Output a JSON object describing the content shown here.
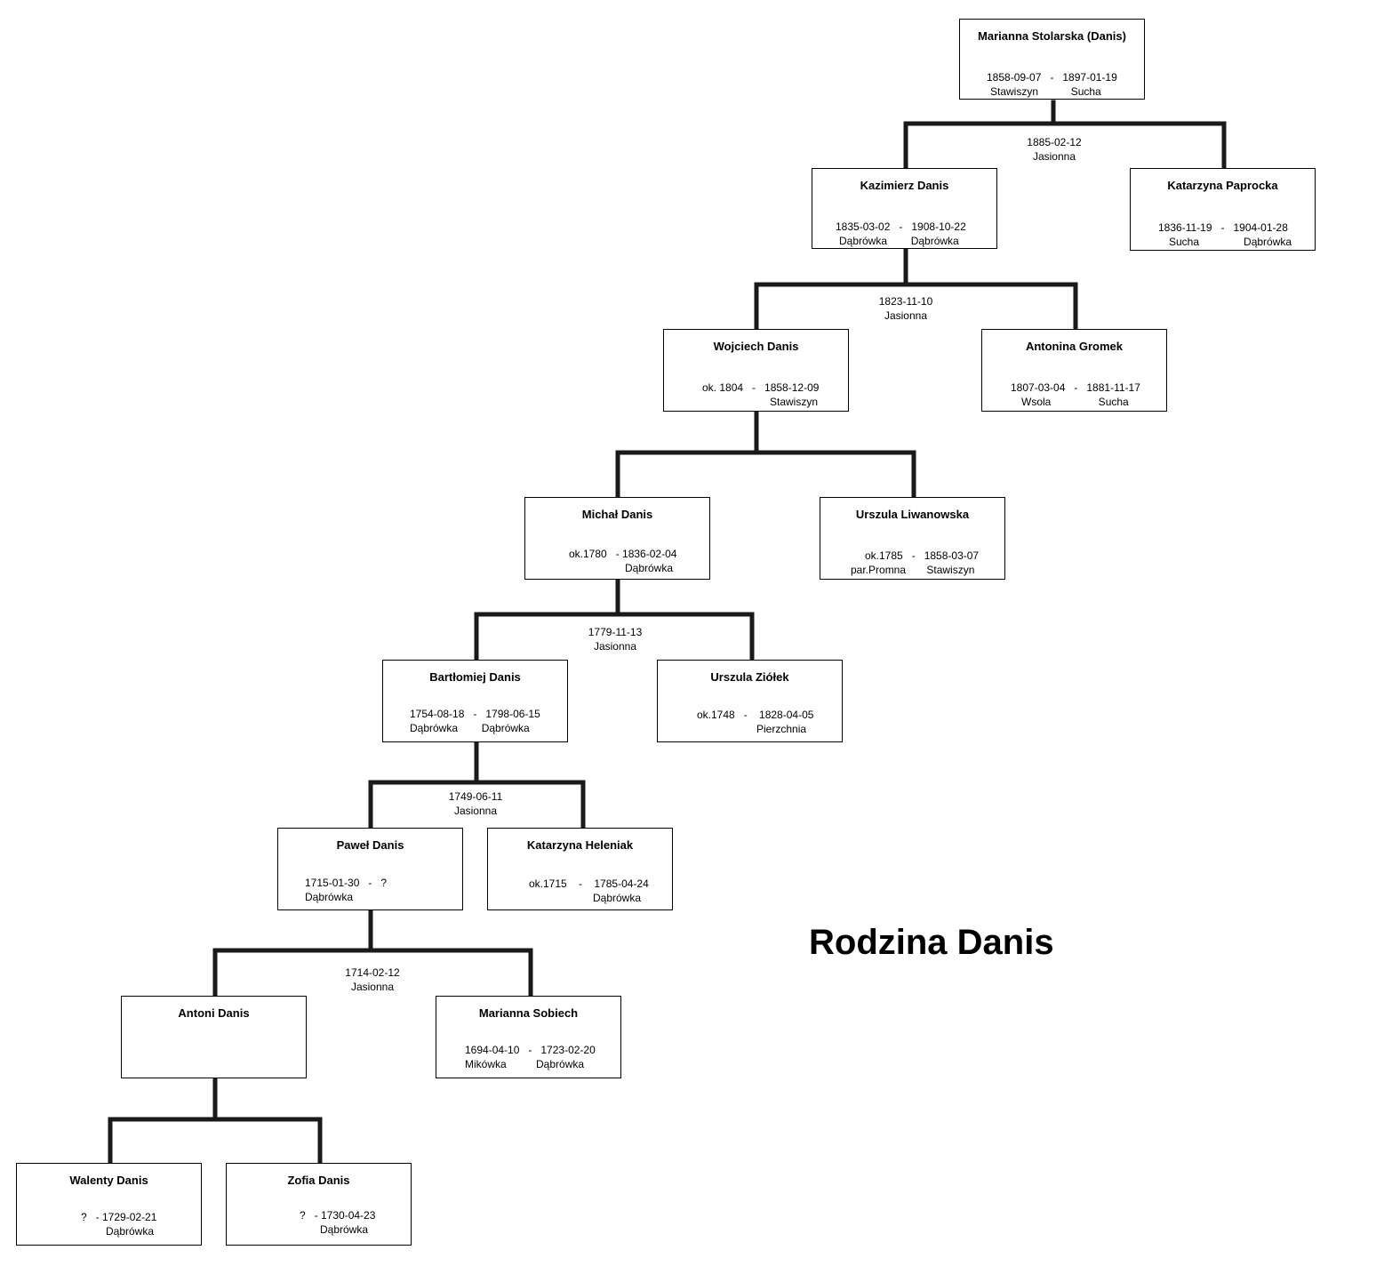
{
  "title": "Rodzina Danis",
  "people": {
    "marianna_stolarska": {
      "name": "Marianna Stolarska (Danis)",
      "dates": "1858-09-07   -   1897-01-19",
      "places": "Stawiszyn           Sucha"
    },
    "kazimierz": {
      "name": "Kazimierz Danis",
      "dates": "1835-03-02   -   1908-10-22",
      "places": "Dąbrówka        Dąbrówka"
    },
    "katarzyna_paprocka": {
      "name": "Katarzyna Paprocka",
      "dates": "1836-11-19   -   1904-01-28",
      "places": "Sucha               Dąbrówka"
    },
    "wojciech": {
      "name": "Wojciech Danis",
      "dates": "ok. 1804   -   1858-12-09",
      "places": "Stawiszyn"
    },
    "antonina_gromek": {
      "name": "Antonina Gromek",
      "dates": "1807-03-04   -   1881-11-17",
      "places": "Wsola                Sucha"
    },
    "michal": {
      "name": "Michał Danis",
      "dates": "ok.1780   - 1836-02-04",
      "places": "Dąbrówka"
    },
    "urszula_liwanowska": {
      "name": "Urszula Liwanowska",
      "dates": "ok.1785   -   1858-03-07",
      "places": "par.Promna       Stawiszyn"
    },
    "bartlomiej": {
      "name": "Bartłomiej Danis",
      "dates": "1754-08-18   -   1798-06-15",
      "places": "Dąbrówka        Dąbrówka"
    },
    "urszula_ziolek": {
      "name": "Urszula Ziółek",
      "dates": "ok.1748   -    1828-04-05",
      "places": "Pierzchnia"
    },
    "pawel": {
      "name": "Paweł Danis",
      "dates": "1715-01-30   -   ?",
      "places": "Dąbrówka"
    },
    "katarzyna_heleniak": {
      "name": "Katarzyna Heleniak",
      "dates": "ok.1715    -    1785-04-24",
      "places": "Dąbrówka"
    },
    "antoni": {
      "name": "Antoni Danis",
      "dates": "",
      "places": ""
    },
    "marianna_sobiech": {
      "name": "Marianna Sobiech",
      "dates": "1694-04-10   -   1723-02-20",
      "places": "Mikówka          Dąbrówka"
    },
    "walenty": {
      "name": "Walenty Danis",
      "dates": "?   - 1729-02-21",
      "places": "Dąbrówka"
    },
    "zofia": {
      "name": "Zofia Danis",
      "dates": "?   - 1730-04-23",
      "places": "Dąbrówka"
    }
  },
  "marriages": {
    "m1": {
      "date": "1885-02-12",
      "place": "Jasionna"
    },
    "m2": {
      "date": "1823-11-10",
      "place": "Jasionna"
    },
    "m3": {
      "date": "1779-11-13",
      "place": "Jasionna"
    },
    "m4": {
      "date": "1749-06-11",
      "place": "Jasionna"
    },
    "m5": {
      "date": "1714-02-12",
      "place": "Jasionna"
    }
  }
}
